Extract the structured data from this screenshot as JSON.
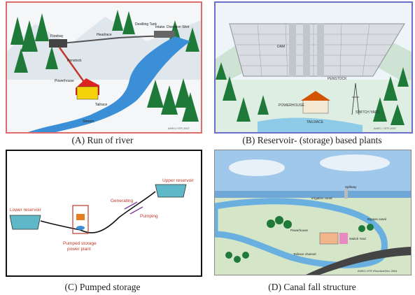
{
  "panels": {
    "a": {
      "caption": "(A) Run of river",
      "labels": {
        "forebay": "Forebay",
        "headrace": "Headrace",
        "desilting": "Desilting Tank",
        "intake": "Intake",
        "diversion": "Diversion Weir",
        "penstock": "Penstock",
        "powerhouse": "Powerhouse",
        "tailrace": "Tailrace",
        "stream": "Stream",
        "credit": "AHEC/ IITR 2007"
      }
    },
    "b": {
      "caption": "(B) Reservoir- (storage) based plants",
      "labels": {
        "dam": "DAM",
        "penstock": "PENSTOCK",
        "powerhouse": "POWERHOUSE",
        "tailrace": "TAILRACE",
        "switchyard": "SWITCH YARD",
        "credit": "AHEC / IITR 2007"
      }
    },
    "c": {
      "caption": "(C) Pumped storage",
      "labels": {
        "upper": "Upper reservoir",
        "lower": "Lower reservoir",
        "generating": "Generating",
        "pumping": "Pumping",
        "plant_line1": "Pumped storage",
        "plant_line2": "power plant"
      }
    },
    "d": {
      "caption": "(D) Canal fall structure",
      "labels": {
        "irrigation": "Irrigation canal",
        "spillway": "Spillway",
        "powerhouse": "Powerhouse",
        "bypass": "Bypass canal",
        "switchyard": "Switch Yard",
        "tailrace": "Tailrace channel",
        "credit": "AHEC/ IITR /Roorkee/Dec 2004"
      }
    }
  },
  "colors": {
    "water": "#3b8fd6",
    "tree": "#1f7a3a",
    "pipe_red": "#c0392b",
    "arrow_purple": "#7d3c98",
    "reservoir": "#5fb8c7"
  }
}
